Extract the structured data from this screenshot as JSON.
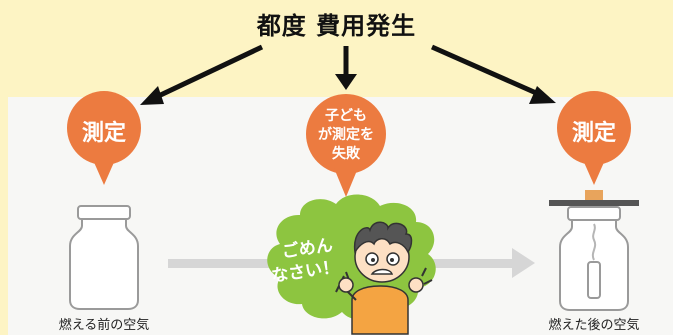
{
  "title": "都度 費用発生",
  "left_badge": "測定",
  "right_badge": "測定",
  "middle_badge": [
    "子ども",
    "が測定を",
    "失敗"
  ],
  "apology": [
    "ごめん",
    "なさい！"
  ],
  "caption_left": "燃える前の空気",
  "caption_right": "燃えた後の空気",
  "colors": {
    "banner": "#fdf4c4",
    "panel": "#f7f7f5",
    "badge": "#ec7b40",
    "arrow": "#111111",
    "flow_arrow": "#d6d6d6",
    "cloud": "#8dc540",
    "cork": "#e8a45c"
  }
}
